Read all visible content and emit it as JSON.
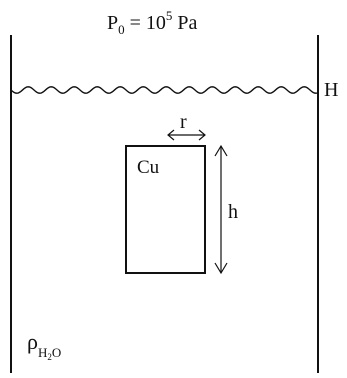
{
  "pressure": {
    "symbol": "P",
    "subscript": "0",
    "equals": " = 10",
    "exponent": "5",
    "unit": " Pa"
  },
  "surface_label": "H",
  "cylinder": {
    "material": "Cu",
    "radius_label": "r",
    "height_label": "h"
  },
  "density": {
    "symbol": "ρ",
    "subscript_main": "H",
    "subscript_num": "2",
    "subscript_end": "O"
  },
  "colors": {
    "line": "#111111",
    "background": "#ffffff"
  }
}
